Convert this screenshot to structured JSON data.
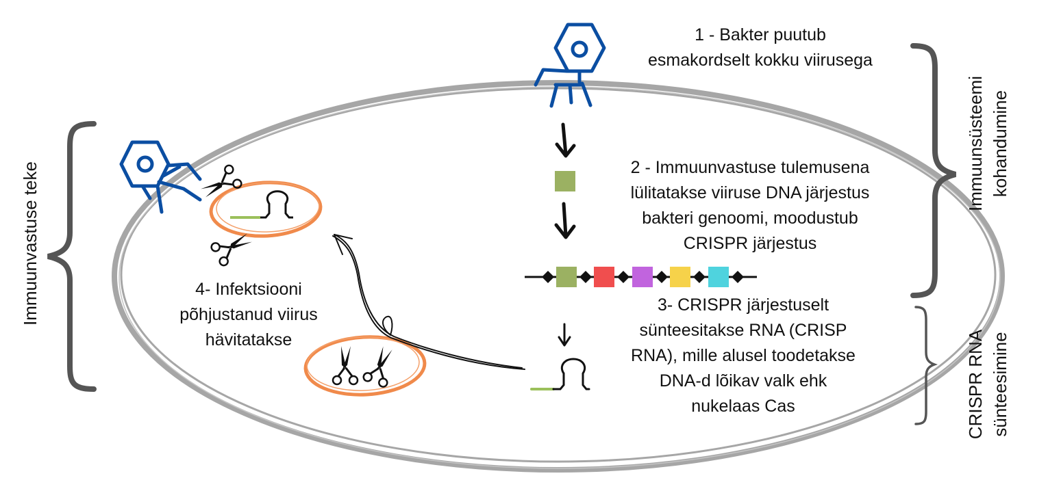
{
  "steps": {
    "step1": [
      "1 - Bakter puutub",
      "esmakordselt kokku viirusega"
    ],
    "step2": [
      "2 - Immuunvastuse tulemusena",
      "lülitatakse viiruse DNA järjestus",
      "bakteri genoomi, moodustub",
      "CRISPR järjestus"
    ],
    "step3": [
      "3- CRISPR järjestuselt",
      "sünteesitakse RNA (CRISP",
      "RNA), mille alusel toodetakse",
      "DNA-d lõikav valk ehk",
      "nukelaas Cas"
    ],
    "step4": [
      "4- Infektsiooni",
      "põhjustanud viirus",
      "hävitatakse"
    ]
  },
  "brackets": {
    "left": "Immuunvastuse teke",
    "right_top": [
      "Immuunsüsteemi",
      "kohandumine"
    ],
    "right_bottom": [
      "CRISPR RNA",
      "sünteesimine"
    ]
  },
  "colors": {
    "cell_outline": "#a6a6a6",
    "virus": "#0b4ea2",
    "bracket": "#555555",
    "oval_accent": "#f08a4b",
    "rna_green": "#9bc05b",
    "spacers": [
      "#9bb162",
      "#f04e4e",
      "#c164de",
      "#f6d24a",
      "#4fd3de"
    ]
  },
  "icons": [
    "bacteriophage-icon",
    "scissors-icon",
    "rna-hairpin-icon",
    "arrow-down-icon",
    "curved-arrow-icon"
  ]
}
